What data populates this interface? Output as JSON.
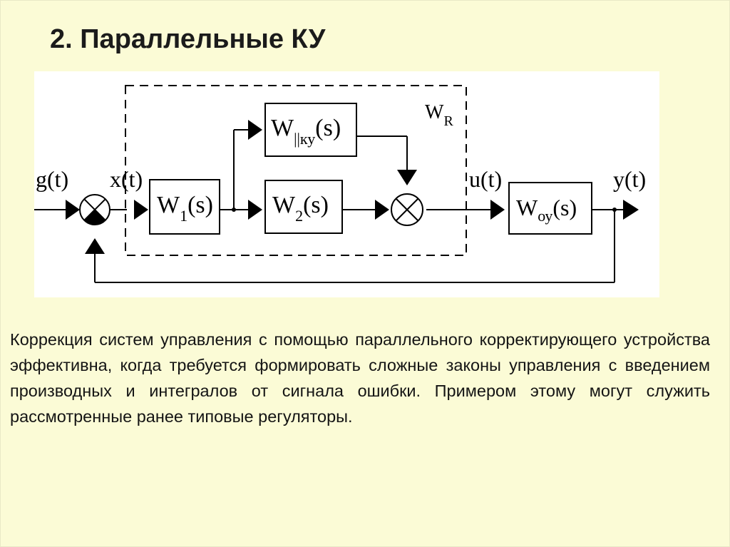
{
  "title": "2. Параллельные КУ",
  "diagram": {
    "signals": {
      "g": "g(t)",
      "x": "x(t)",
      "u": "u(t)",
      "y": "y(t)"
    },
    "blocks": {
      "w_parallel": {
        "main": "W",
        "sub": "||ку",
        "arg": "(s)"
      },
      "w1": {
        "main": "W",
        "sub": "1",
        "arg": "(s)"
      },
      "w2": {
        "main": "W",
        "sub": "2",
        "arg": "(s)"
      },
      "w_plant": {
        "main": "W",
        "sub": "оу",
        "arg": "(s)"
      }
    },
    "region_label": {
      "main": "W",
      "sub": "R"
    }
  },
  "body_text": "Коррекция систем управления с помощью параллельного корректирующего устройства эффективна, когда требуется формировать сложные законы управления с введением производных и интегралов от сигнала ошибки. Примером этому могут служить рассмотренные ранее типовые регуляторы."
}
